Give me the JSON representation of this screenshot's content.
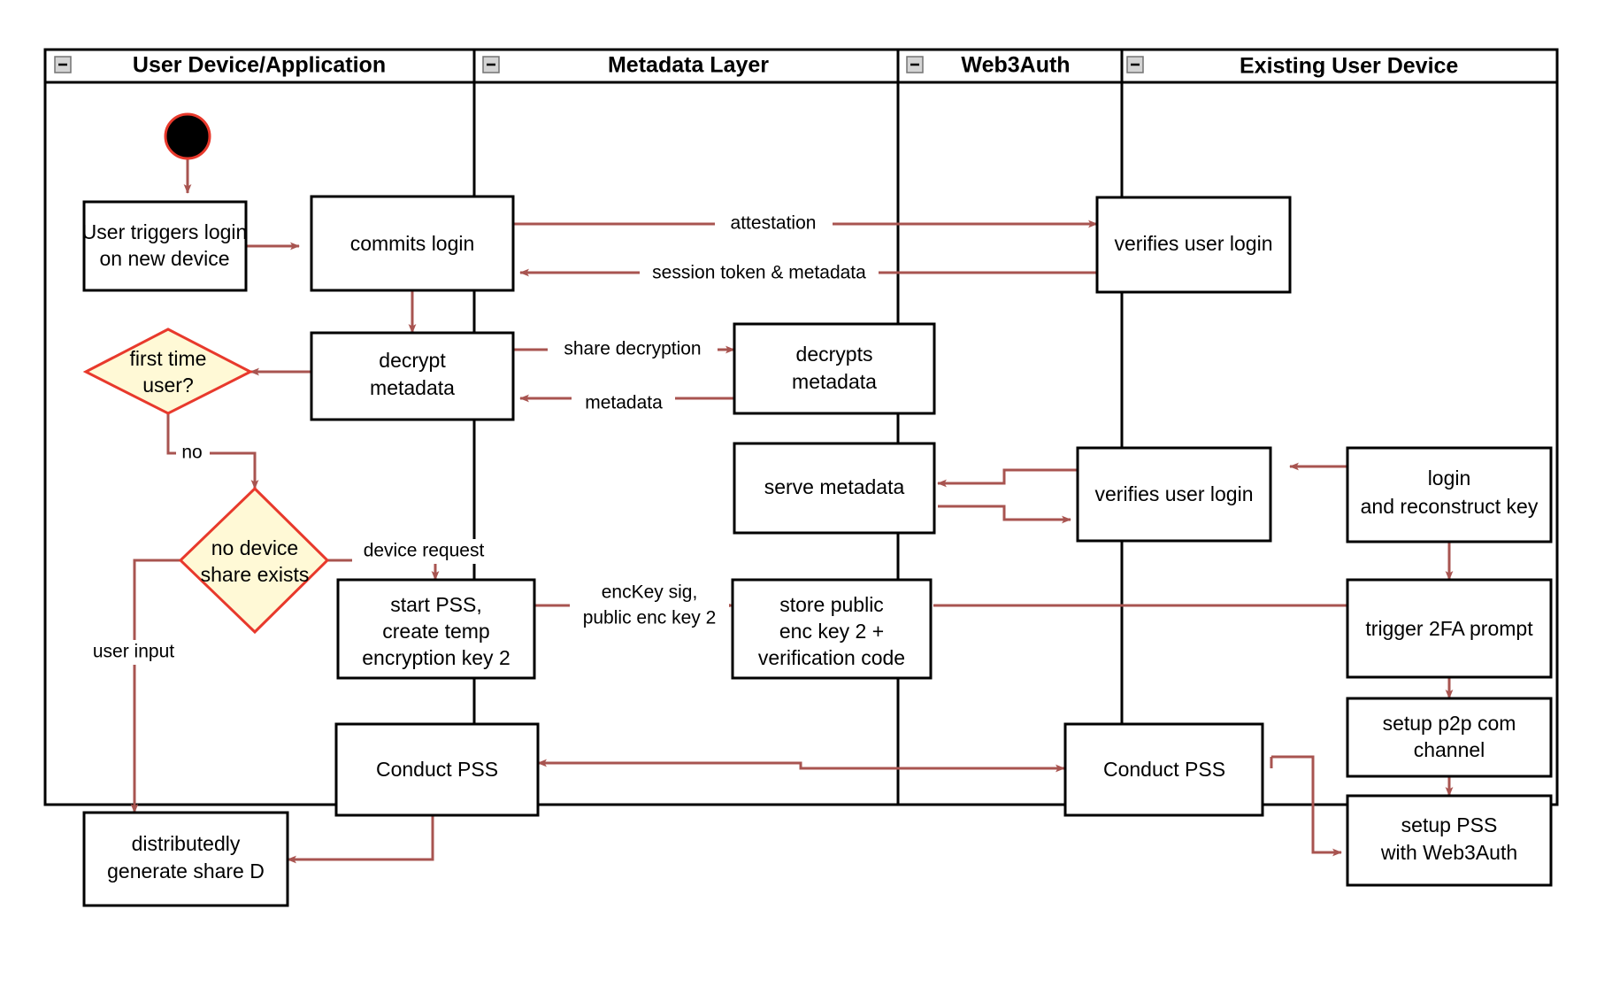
{
  "diagram": {
    "type": "swimlane-activity-diagram",
    "title": "Web3Auth new device login and PSS flow",
    "accent_colors": {
      "flow_arrow": "#a85450",
      "decision_fill": "#fff9d6",
      "decision_stroke": "#e8392c",
      "box_stroke": "#000000",
      "background": "#ffffff"
    }
  },
  "lanes": [
    {
      "id": "user-device",
      "label": "User Device/Application",
      "collapse_icon": "collapse-minus-icon"
    },
    {
      "id": "metadata-layer",
      "label": "Metadata Layer",
      "collapse_icon": "collapse-minus-icon"
    },
    {
      "id": "web3auth",
      "label": "Web3Auth",
      "collapse_icon": "collapse-minus-icon"
    },
    {
      "id": "existing-device",
      "label": "Existing User Device",
      "collapse_icon": "collapse-minus-icon"
    }
  ],
  "nodes": [
    {
      "id": "start",
      "lane": "user-device",
      "shape": "start",
      "label": ""
    },
    {
      "id": "user-triggers-login",
      "lane": "user-device",
      "shape": "process",
      "label": "User triggers login\non new device"
    },
    {
      "id": "commits-login",
      "lane": "user-device",
      "shape": "process",
      "label": "commits login"
    },
    {
      "id": "decrypt-metadata",
      "lane": "user-device",
      "shape": "process",
      "label": "decrypt\nmetadata"
    },
    {
      "id": "first-time-user",
      "lane": "user-device",
      "shape": "decision",
      "label": "first time\nuser?"
    },
    {
      "id": "no-device-share-exists",
      "lane": "user-device",
      "shape": "decision",
      "label": "no device\nshare exists"
    },
    {
      "id": "start-pss-create-temp-key",
      "lane": "user-device",
      "shape": "process",
      "label": "start PSS,\ncreate temp\nencryption key 2"
    },
    {
      "id": "conduct-pss-user",
      "lane": "user-device",
      "shape": "process",
      "label": "Conduct PSS"
    },
    {
      "id": "distributedly-generate-share-d",
      "lane": "user-device",
      "shape": "process",
      "label": "distributedly\ngenerate share D"
    },
    {
      "id": "decrypts-metadata",
      "lane": "metadata-layer",
      "shape": "process",
      "label": "decrypts\nmetadata"
    },
    {
      "id": "serve-metadata",
      "lane": "metadata-layer",
      "shape": "process",
      "label": "serve metadata"
    },
    {
      "id": "store-public-enc-key",
      "lane": "metadata-layer",
      "shape": "process",
      "label": "store public\nenc key 2 +\nverification code"
    },
    {
      "id": "verifies-user-login-1",
      "lane": "web3auth",
      "shape": "process",
      "label": "verifies user login"
    },
    {
      "id": "verifies-user-login-2",
      "lane": "web3auth",
      "shape": "process",
      "label": "verifies user login"
    },
    {
      "id": "conduct-pss-web3auth",
      "lane": "web3auth",
      "shape": "process",
      "label": "Conduct PSS"
    },
    {
      "id": "login-and-reconstruct-key",
      "lane": "existing-device",
      "shape": "process",
      "label": "login\nand reconstruct key"
    },
    {
      "id": "trigger-2fa-prompt",
      "lane": "existing-device",
      "shape": "process",
      "label": "trigger 2FA prompt"
    },
    {
      "id": "setup-p2p-com-channel",
      "lane": "existing-device",
      "shape": "process",
      "label": "setup p2p com\nchannel"
    },
    {
      "id": "setup-pss-with-web3auth",
      "lane": "existing-device",
      "shape": "process",
      "label": "setup PSS\nwith Web3Auth"
    }
  ],
  "edges": [
    {
      "id": "edge-start-to-trigger",
      "from": "start",
      "to": "user-triggers-login",
      "label": ""
    },
    {
      "id": "edge-trigger-to-commits",
      "from": "user-triggers-login",
      "to": "commits-login",
      "label": ""
    },
    {
      "id": "edge-commits-to-verifies1",
      "from": "commits-login",
      "to": "verifies-user-login-1",
      "label": "attestation"
    },
    {
      "id": "edge-verifies1-to-commits",
      "from": "verifies-user-login-1",
      "to": "commits-login",
      "label": "session token & metadata"
    },
    {
      "id": "edge-commits-to-decrypt",
      "from": "commits-login",
      "to": "decrypt-metadata",
      "label": ""
    },
    {
      "id": "edge-decrypt-to-decrypts",
      "from": "decrypt-metadata",
      "to": "decrypts-metadata",
      "label": "share decryption"
    },
    {
      "id": "edge-decrypts-to-decrypt",
      "from": "decrypts-metadata",
      "to": "decrypt-metadata",
      "label": "metadata"
    },
    {
      "id": "edge-decrypt-to-firsttime",
      "from": "decrypt-metadata",
      "to": "first-time-user",
      "label": ""
    },
    {
      "id": "edge-firsttime-to-nodevice",
      "from": "first-time-user",
      "to": "no-device-share-exists",
      "label": "no"
    },
    {
      "id": "edge-nodevice-to-startpss",
      "from": "no-device-share-exists",
      "to": "start-pss-create-temp-key",
      "label": "device request"
    },
    {
      "id": "edge-nodevice-to-generate",
      "from": "no-device-share-exists",
      "to": "distributedly-generate-share-d",
      "label": "user input"
    },
    {
      "id": "edge-startpss-to-store",
      "from": "start-pss-create-temp-key",
      "to": "store-public-enc-key",
      "label": "encKey sig,\npublic enc key 2"
    },
    {
      "id": "edge-store-to-trigger2fa",
      "from": "store-public-enc-key",
      "to": "trigger-2fa-prompt",
      "label": ""
    },
    {
      "id": "edge-existing-to-verifies2",
      "from": "login-and-reconstruct-key",
      "to": "verifies-user-login-2",
      "label": ""
    },
    {
      "id": "edge-verifies2-to-serve",
      "from": "verifies-user-login-2",
      "to": "serve-metadata",
      "label": ""
    },
    {
      "id": "edge-serve-to-verifies2",
      "from": "serve-metadata",
      "to": "verifies-user-login-2",
      "label": ""
    },
    {
      "id": "edge-login-to-trigger2fa",
      "from": "login-and-reconstruct-key",
      "to": "trigger-2fa-prompt",
      "label": ""
    },
    {
      "id": "edge-trigger2fa-to-p2p",
      "from": "trigger-2fa-prompt",
      "to": "setup-p2p-com-channel",
      "label": ""
    },
    {
      "id": "edge-p2p-to-setuppss",
      "from": "setup-p2p-com-channel",
      "to": "setup-pss-with-web3auth",
      "label": ""
    },
    {
      "id": "edge-setuppss-to-conductpss-w3a",
      "from": "setup-pss-with-web3auth",
      "to": "conduct-pss-web3auth",
      "label": ""
    },
    {
      "id": "edge-conductpss-w3a-to-conductpss-user",
      "from": "conduct-pss-web3auth",
      "to": "conduct-pss-user",
      "label": ""
    },
    {
      "id": "edge-conductpss-user-to-generate",
      "from": "conduct-pss-user",
      "to": "distributedly-generate-share-d",
      "label": ""
    }
  ]
}
